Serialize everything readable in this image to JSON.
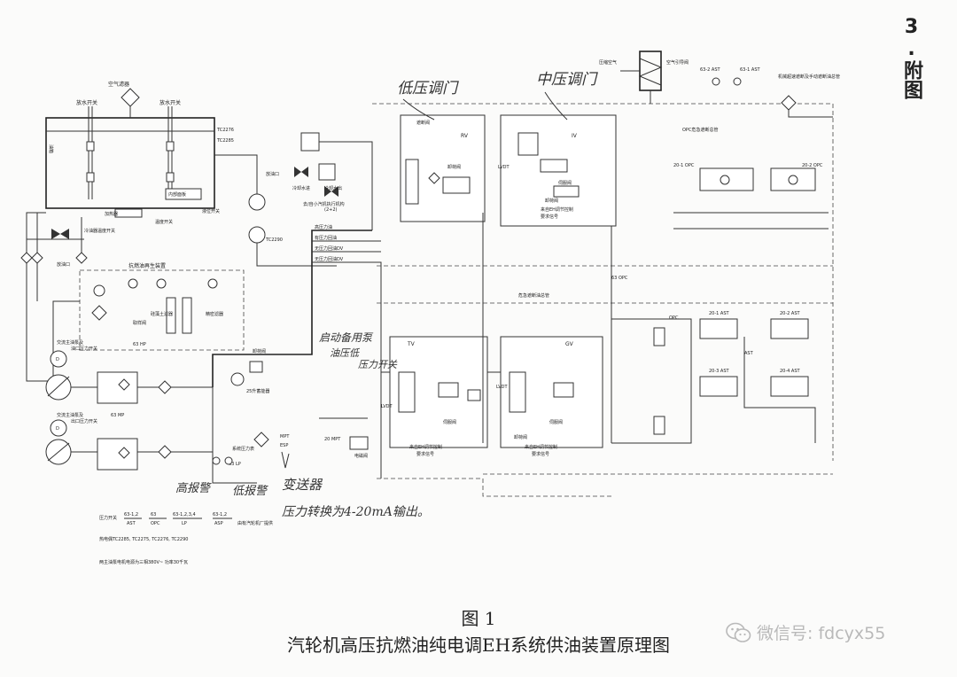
{
  "page": {
    "heading": "3.附图",
    "figure_number": "图 1",
    "figure_title": "汽轮机高压抗燃油纯电调EH系统供油装置原理图",
    "watermark": "微信号: fdcyx55"
  },
  "labels": {
    "air_filter": "空气滤器",
    "drain_switch": "放水开关",
    "drain_switch2": "放水开关",
    "tank": "油箱",
    "heater_box": "内部面板",
    "heater": "加热器",
    "temp_switch": "温度开关",
    "cooler_switch": "冷油器温度开关",
    "level_switch": "液位开关",
    "drain_port": "放油口",
    "drain_port2": "放油口",
    "drain_port3": "放油口",
    "cooling_in": "冷却水进",
    "cooling_out": "冷却水出",
    "regen_unit": "抗燃油再生装置",
    "filter": "精密滤器",
    "regen_filter": "硅藻土滤器",
    "return_valve": "取样阀",
    "pump_a": "交流主油泵及",
    "pump_a2": "油口压力开关",
    "pump_b": "交流主油泵及",
    "pump_b2": "出口压力开关",
    "accumulator": "25升蓄能器",
    "unloading": "卸荷阀",
    "system_pressure": "系统压力表",
    "mpt": "MPT",
    "esp": "ESP",
    "hp_oil": "高压力油",
    "pressure_return": "有压力回油",
    "no_pressure_dv": "无压力回油DV",
    "no_pressure_dv2": "无压力回油DV",
    "gauge_plug": "(2+2)",
    "turbine_hp": "去/自小汽机执行机构",
    "rv": "RV",
    "iv": "IV",
    "tv": "TV",
    "gv": "GV",
    "lvdt": "LVDT",
    "lvdt2": "LVDT",
    "lvdt3": "LVDT",
    "lvdt4": "LVDT",
    "shutoff_valve": "遮断阀",
    "servo_valve": "伺服阀",
    "servo_valve2": "伺服阀",
    "servo_valve3": "伺服阀",
    "fast_valve": "卸荷阀",
    "dump_valve": "卸荷阀",
    "dump_valve2": "卸荷阀",
    "opc_header": "OPC危急遮断总管",
    "ast_header": "危急遮断油总管",
    "emergency": "机械超速遮断及手动遮断油总管",
    "air_switch": "空气引导阀",
    "air": "压缩空气",
    "opc": "OPC",
    "ast": "AST",
    "from_eh": "来自EH调节控制",
    "from_eh2": "来自EH调节控制",
    "from_eh3": "来自EH调节控制",
    "feedback": "要求信号",
    "feedback2": "要求信号",
    "feedback3": "要求信号",
    "isolation": "隔离阀",
    "solenoid_20": "电磁阀",
    "p_20": "20 MPT",
    "p_63mp": "63 MP",
    "p_63lp": "63 LP",
    "p_63hp": "63 HP",
    "p_63opc": "63 OPC",
    "p_201": "20-1 OPC",
    "p_202": "20-2 OPC",
    "p_203": "20-1 AST",
    "p_204": "20-2 AST",
    "p_205": "20-3 AST",
    "p_206": "20-4 AST",
    "ast_2": "63-2 AST",
    "ast_1": "63-1 AST",
    "tc2276": "TC2276",
    "tc2285": "TC2285",
    "tc2290": "TC2290"
  },
  "legend": {
    "pressure_switch": "压力开关",
    "ps_1": "63-1,2",
    "ps_1b": "AST",
    "ps_2": "63",
    "ps_2b": "OPC",
    "ps_3": "63-1,2,3,4",
    "ps_3b": "LP",
    "ps_4": "63-1,2",
    "ps_4b": "ASP",
    "maker": "由有汽轮机厂提供",
    "sensors": "热电偶TC2285, TC2275, TC2276, TC2290",
    "motor": "两主油泵电机电源为三相380V~ 功率30千瓦"
  },
  "handwriting": {
    "h1": "低压调门",
    "h2": "中压调门",
    "h3": "启动备用泵",
    "h4": "油压低",
    "h5": "压力开关",
    "h6": "高报警",
    "h7": "低报警",
    "h8": "变送器",
    "h9": "压力转换为4-20mA输出。"
  }
}
